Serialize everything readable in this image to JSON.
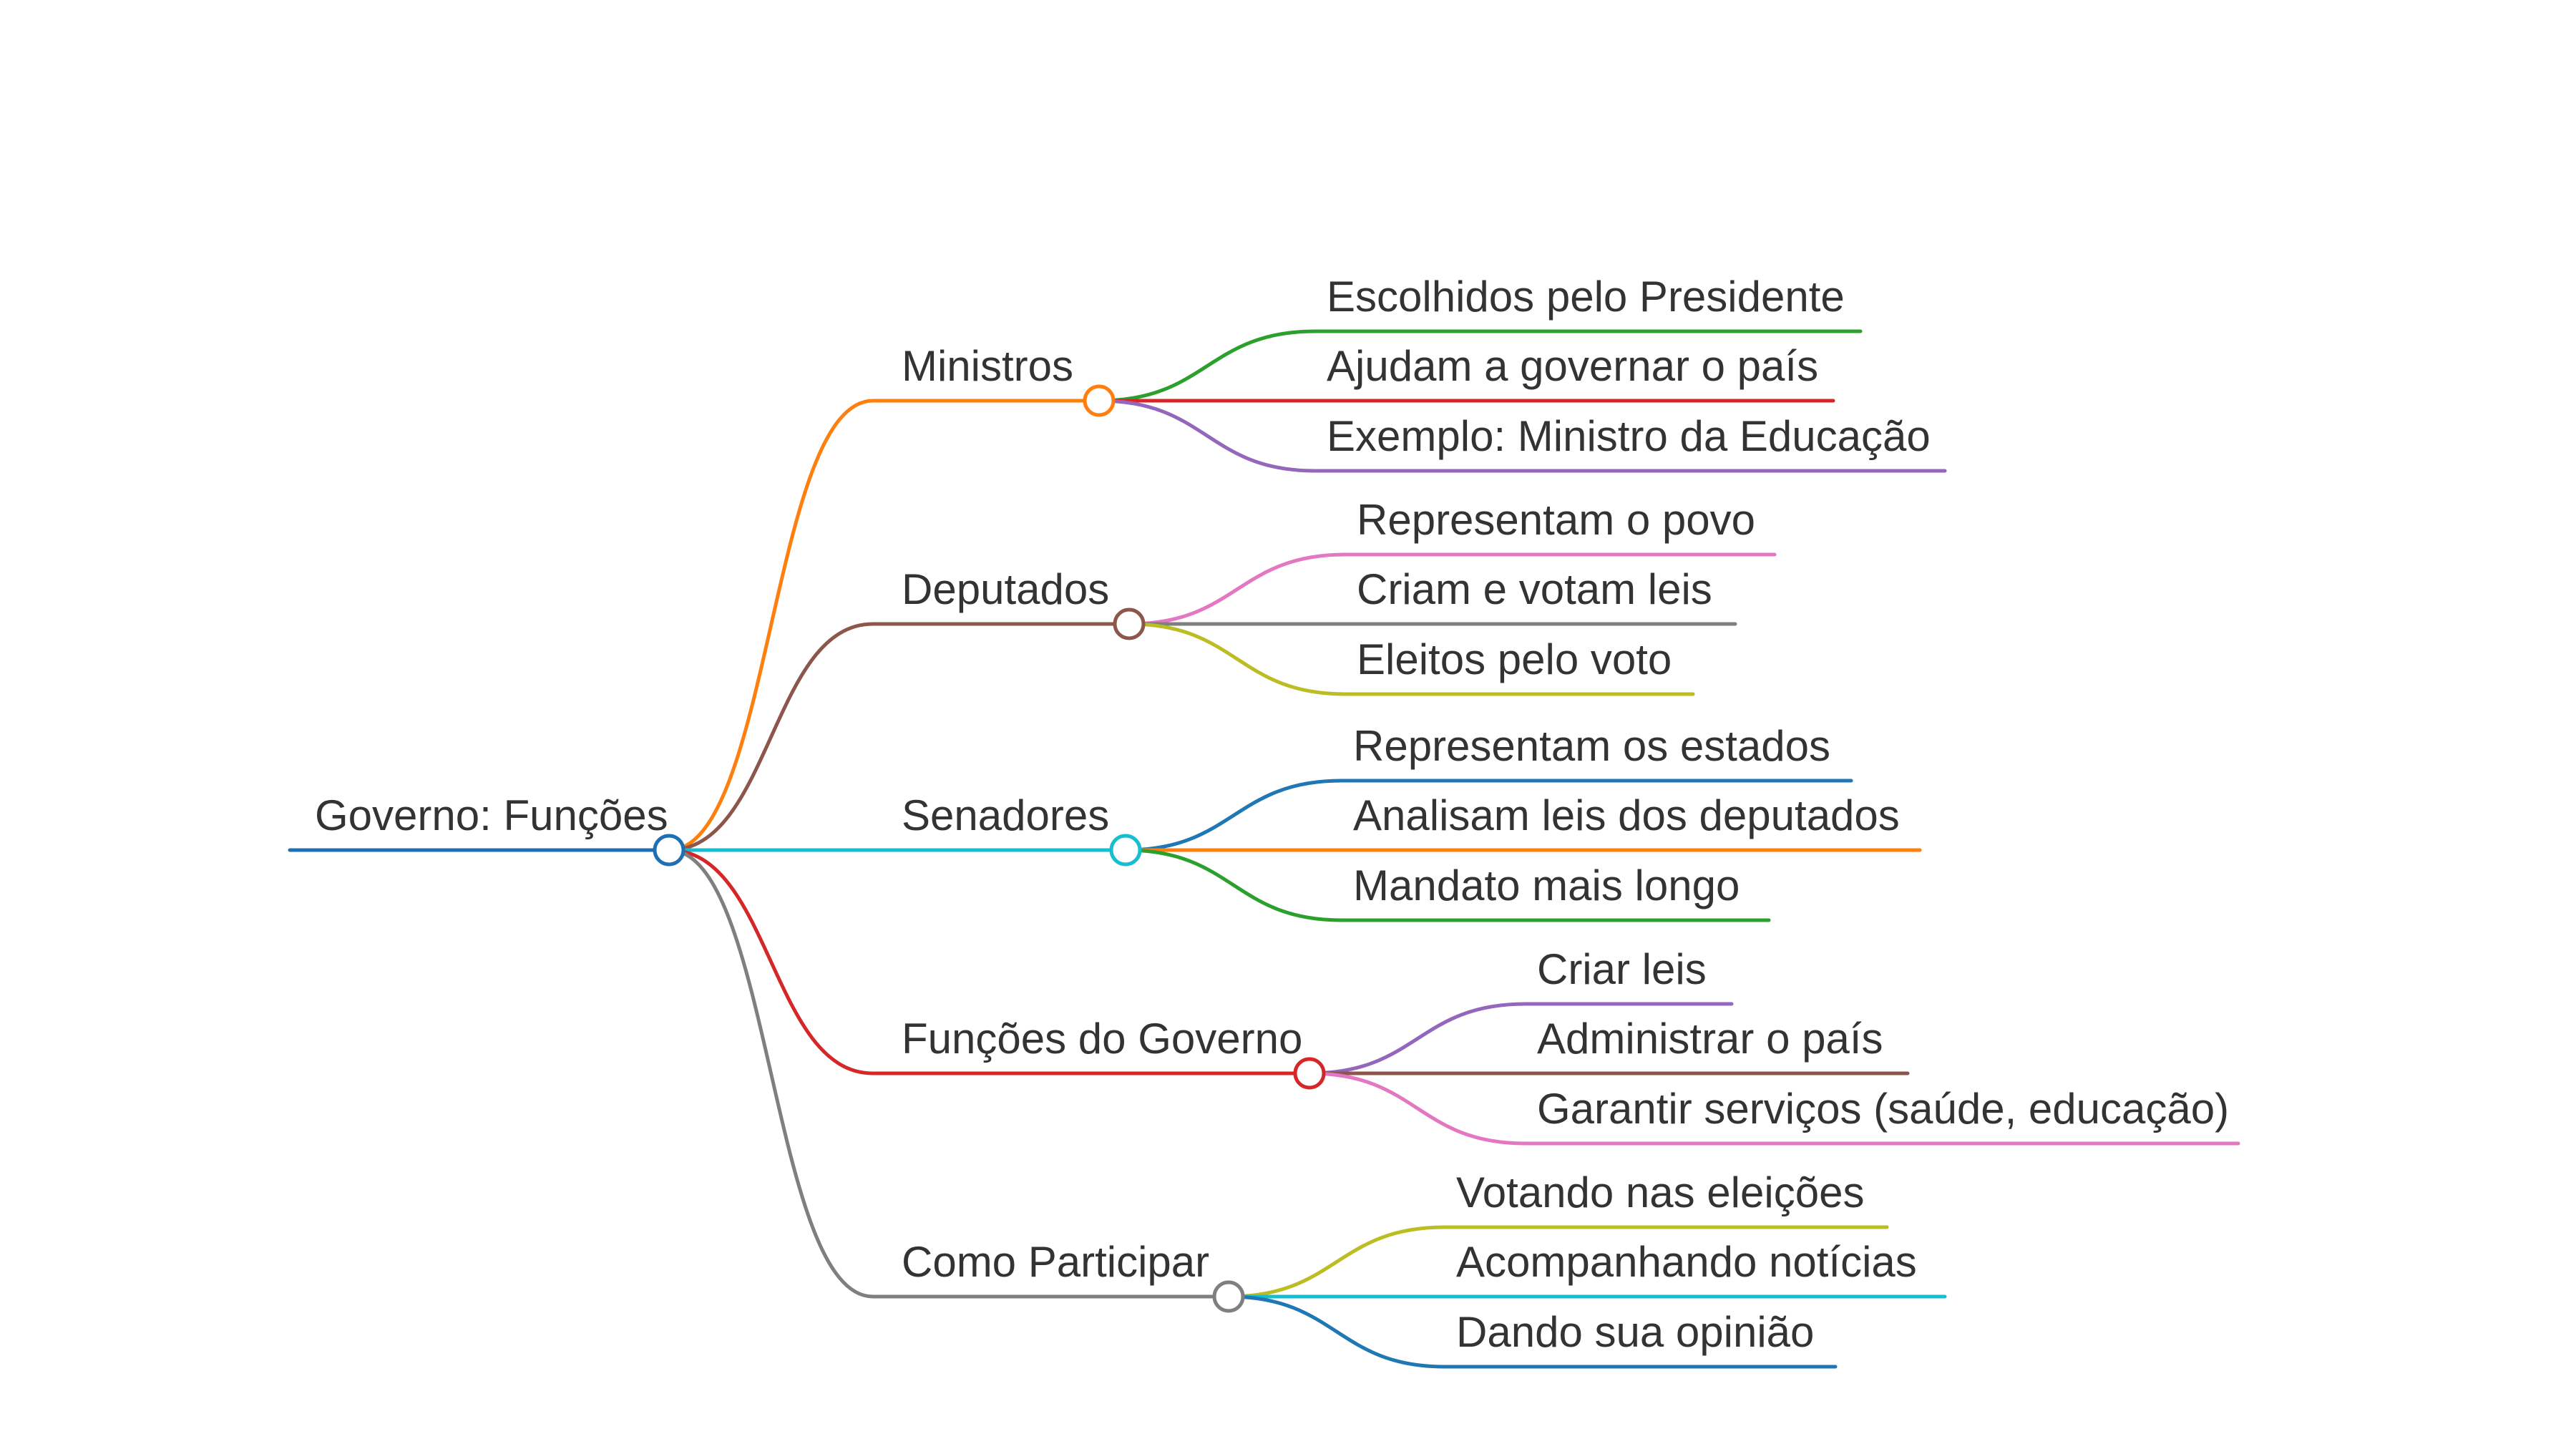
{
  "root": {
    "label": "Governo: Funções",
    "color": "#1f6fb4"
  },
  "branches": [
    {
      "label": "Ministros",
      "color": "#ff7f0e",
      "children": [
        {
          "label": "Escolhidos pelo Presidente",
          "color": "#2ca02c"
        },
        {
          "label": "Ajudam a governar o país",
          "color": "#d62728"
        },
        {
          "label": "Exemplo: Ministro da Educação",
          "color": "#9467bd"
        }
      ]
    },
    {
      "label": "Deputados",
      "color": "#8c564b",
      "children": [
        {
          "label": "Representam o povo",
          "color": "#e377c2"
        },
        {
          "label": "Criam e votam leis",
          "color": "#7f7f7f"
        },
        {
          "label": "Eleitos pelo voto",
          "color": "#bcbd22"
        }
      ]
    },
    {
      "label": "Senadores",
      "color": "#17becf",
      "children": [
        {
          "label": "Representam os estados",
          "color": "#1f77b4"
        },
        {
          "label": "Analisam leis dos deputados",
          "color": "#ff7f0e"
        },
        {
          "label": "Mandato mais longo",
          "color": "#2ca02c"
        }
      ]
    },
    {
      "label": "Funções do Governo",
      "color": "#d62728",
      "children": [
        {
          "label": "Criar leis",
          "color": "#9467bd"
        },
        {
          "label": "Administrar o país",
          "color": "#8c564b"
        },
        {
          "label": "Garantir serviços (saúde, educação)",
          "color": "#e377c2"
        }
      ]
    },
    {
      "label": "Como Participar",
      "color": "#7f7f7f",
      "children": [
        {
          "label": "Votando nas eleições",
          "color": "#bcbd22"
        },
        {
          "label": "Acompanhando notícias",
          "color": "#17becf"
        },
        {
          "label": "Dando sua opinião",
          "color": "#1f77b4"
        }
      ]
    }
  ]
}
